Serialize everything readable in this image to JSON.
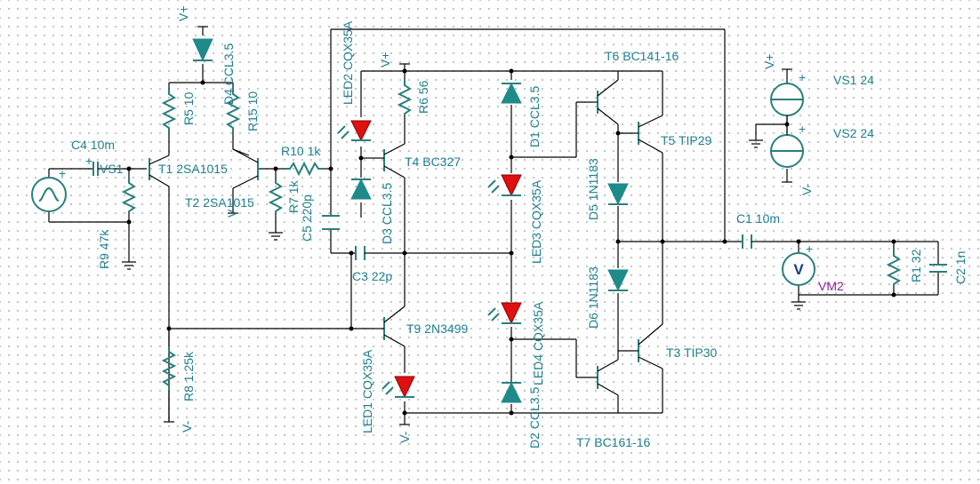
{
  "labels": {
    "vplus_top": "V+",
    "d4": "D4 CCL3.5",
    "r5": "R5 10",
    "r15": "R15 10",
    "c4": "C4 10m",
    "vs1_src": "VS1",
    "t1": "T1 2SA1015",
    "r9": "R9 47k",
    "t2": "T2 2SA1015",
    "v_t2": "V",
    "r10": "R10 1k",
    "r7": "R7 1k",
    "c5": "C5 220p",
    "led2": "LED2 CQX35A",
    "vplus_mid": "V+",
    "r6": "R6 56",
    "t4": "T4 BC327",
    "d3": "D3 CCL3.5",
    "c3": "C3 22p",
    "t9": "T9 2N3499",
    "led1": "LED1 CQX35A",
    "vminus_bottom": "V-",
    "r8": "R8 1.25k",
    "vminus_left": "V-",
    "d1": "D1 CCL3.5",
    "led3": "LED3 CQX35A",
    "led4": "LED4 CQX35A",
    "d2": "D2 CCL3.5",
    "t6": "T6 BC141-16",
    "t5": "T5 TIP29",
    "d5": "D5 1N1183",
    "d6": "D6 1N1183",
    "t3": "T3 TIP30",
    "t7": "T7 BC161-16",
    "c1": "C1 10m",
    "vm2": "VM2",
    "vm_symbol": "V",
    "r1": "R1 32",
    "c2": "C2 1n",
    "vplus_supply": "V+",
    "vminus_supply": "V-",
    "vs1": "VS1 24",
    "vs2": "VS2 24",
    "plus": "+"
  },
  "colors": {
    "wire": "#000000",
    "component": "#2a7f7f",
    "diode_fill": "#1f8a8a",
    "led_fill": "#e01010",
    "label": "#1f7f8f",
    "meter_label": "#8a1fa0"
  }
}
